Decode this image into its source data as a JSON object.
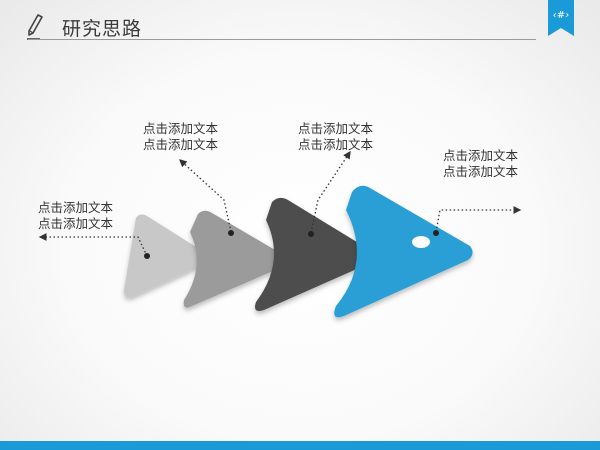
{
  "header": {
    "title": "研究思路",
    "slide_number": "‹#›",
    "icon": "pencil-icon"
  },
  "colors": {
    "accent": "#1a9ad6",
    "arrow_1": "#c8c8c8",
    "arrow_2": "#9b9b9b",
    "arrow_3": "#4d4d4d",
    "arrow_4": "#2a9fd6"
  },
  "callouts": [
    {
      "line1": "点击添加文本",
      "line2": "点击添加文本"
    },
    {
      "line1": "点击添加文本",
      "line2": "点击添加文本"
    },
    {
      "line1": "点击添加文本",
      "line2": "点击添加文本"
    },
    {
      "line1": "点击添加文本",
      "line2": "点击添加文本"
    }
  ]
}
